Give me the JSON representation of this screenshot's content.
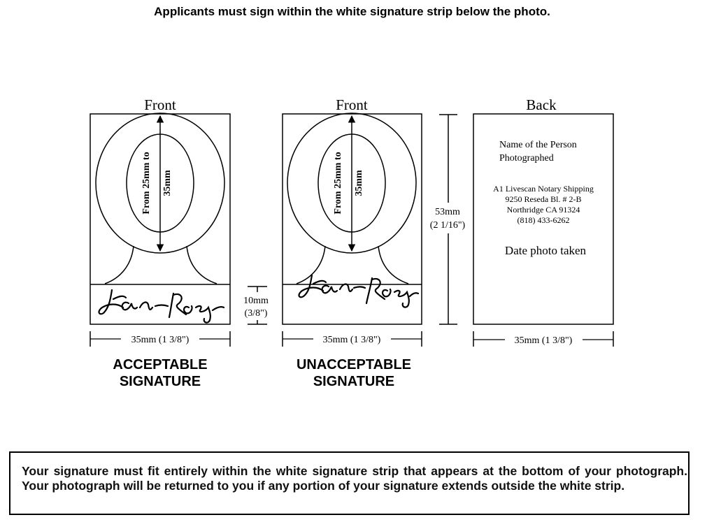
{
  "instruction": "Applicants must sign within the white signature strip below the photo.",
  "panels": {
    "acceptable": {
      "heading": "Front",
      "oval_inner_label": "From 25mm to",
      "oval_outer_label": "35mm",
      "width_label": "35mm (1 3/8\")",
      "caption_line1": "ACCEPTABLE",
      "caption_line2": "SIGNATURE"
    },
    "unacceptable": {
      "heading": "Front",
      "oval_inner_label": "From 25mm to",
      "oval_outer_label": "35mm",
      "width_label": "35mm (1 3/8\")",
      "caption_line1": "UNACCEPTABLE",
      "caption_line2": "SIGNATURE"
    },
    "back": {
      "heading": "Back",
      "name_line1": "Name of the Person",
      "name_line2": "Photographed",
      "address_line1": "A1 Livescan Notary Shipping",
      "address_line2": "9250 Reseda Bl. # 2-B",
      "address_line3": "Northridge  CA 91324",
      "address_line4": "(818) 433-6262",
      "date_label": "Date photo taken",
      "width_label": "35mm (1 3/8\")"
    }
  },
  "dimensions": {
    "strip_height_line1": "10mm",
    "strip_height_line2": "(3/8\")",
    "photo_height_line1": "53mm",
    "photo_height_line2": "(2 1/16\")"
  },
  "notice": "Your signature must fit entirely within the white signature strip that appears at the bottom of your photograph. Your photograph will be returned to you if any portion of your signature extends outside the white strip."
}
